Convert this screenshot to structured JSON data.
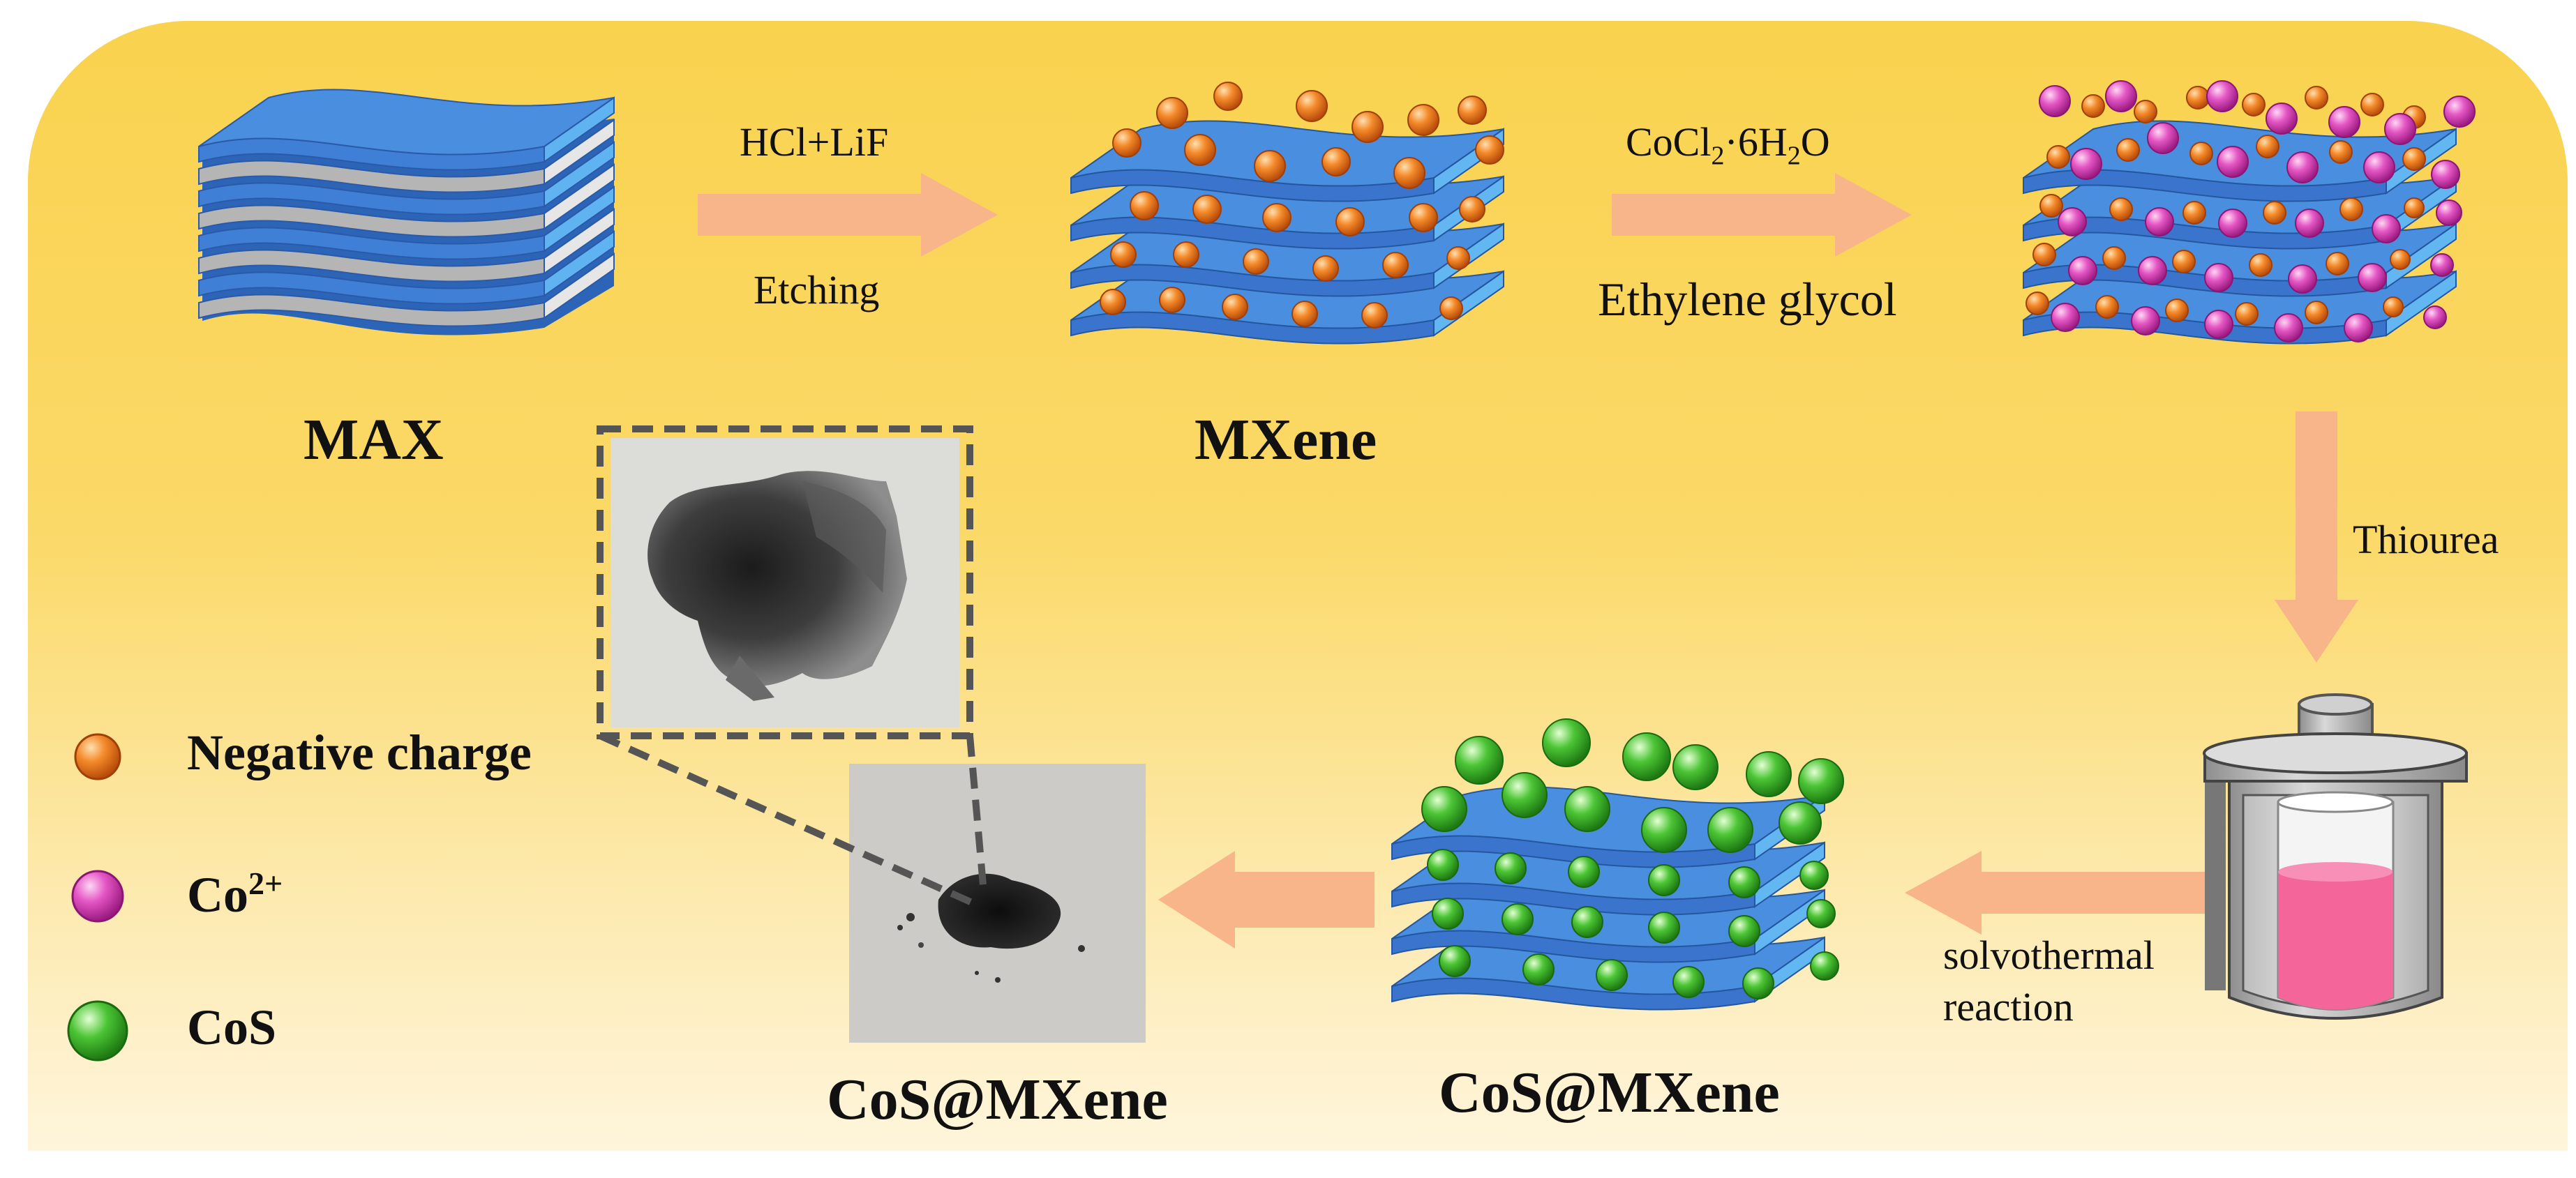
{
  "labels": {
    "max": "MAX",
    "mxene": "MXene",
    "cos_mxene_right": "CoS@MXene",
    "cos_mxene_left": "CoS@MXene"
  },
  "steps": {
    "reagent1": "HCl+LiF",
    "process1": "Etching",
    "reagent2_main": "CoCl",
    "reagent2_sub1": "2",
    "reagent2_mid": "·6H",
    "reagent2_sub2": "2",
    "reagent2_end": "O",
    "solvent2": "Ethylene glycol",
    "reagent3": "Thiourea",
    "process4_line1": "solvothermal",
    "process4_line2": "reaction"
  },
  "legend": {
    "negative": "Negative charge",
    "co_base": "Co",
    "co_sup": "2+",
    "cos": "CoS"
  },
  "colors": {
    "background_top": "#f9d24e",
    "background_bottom": "#fef5dc",
    "sheet_blue": "#3f7fd6",
    "sheet_edge": "#5fb3f0",
    "max_grey": "#b5b5b5",
    "arrow": "#f9b58a",
    "negative_charge": "#f07a1c",
    "co_ion": "#e64cc2",
    "cos": "#3fba2c",
    "solution": "#f4669a"
  }
}
